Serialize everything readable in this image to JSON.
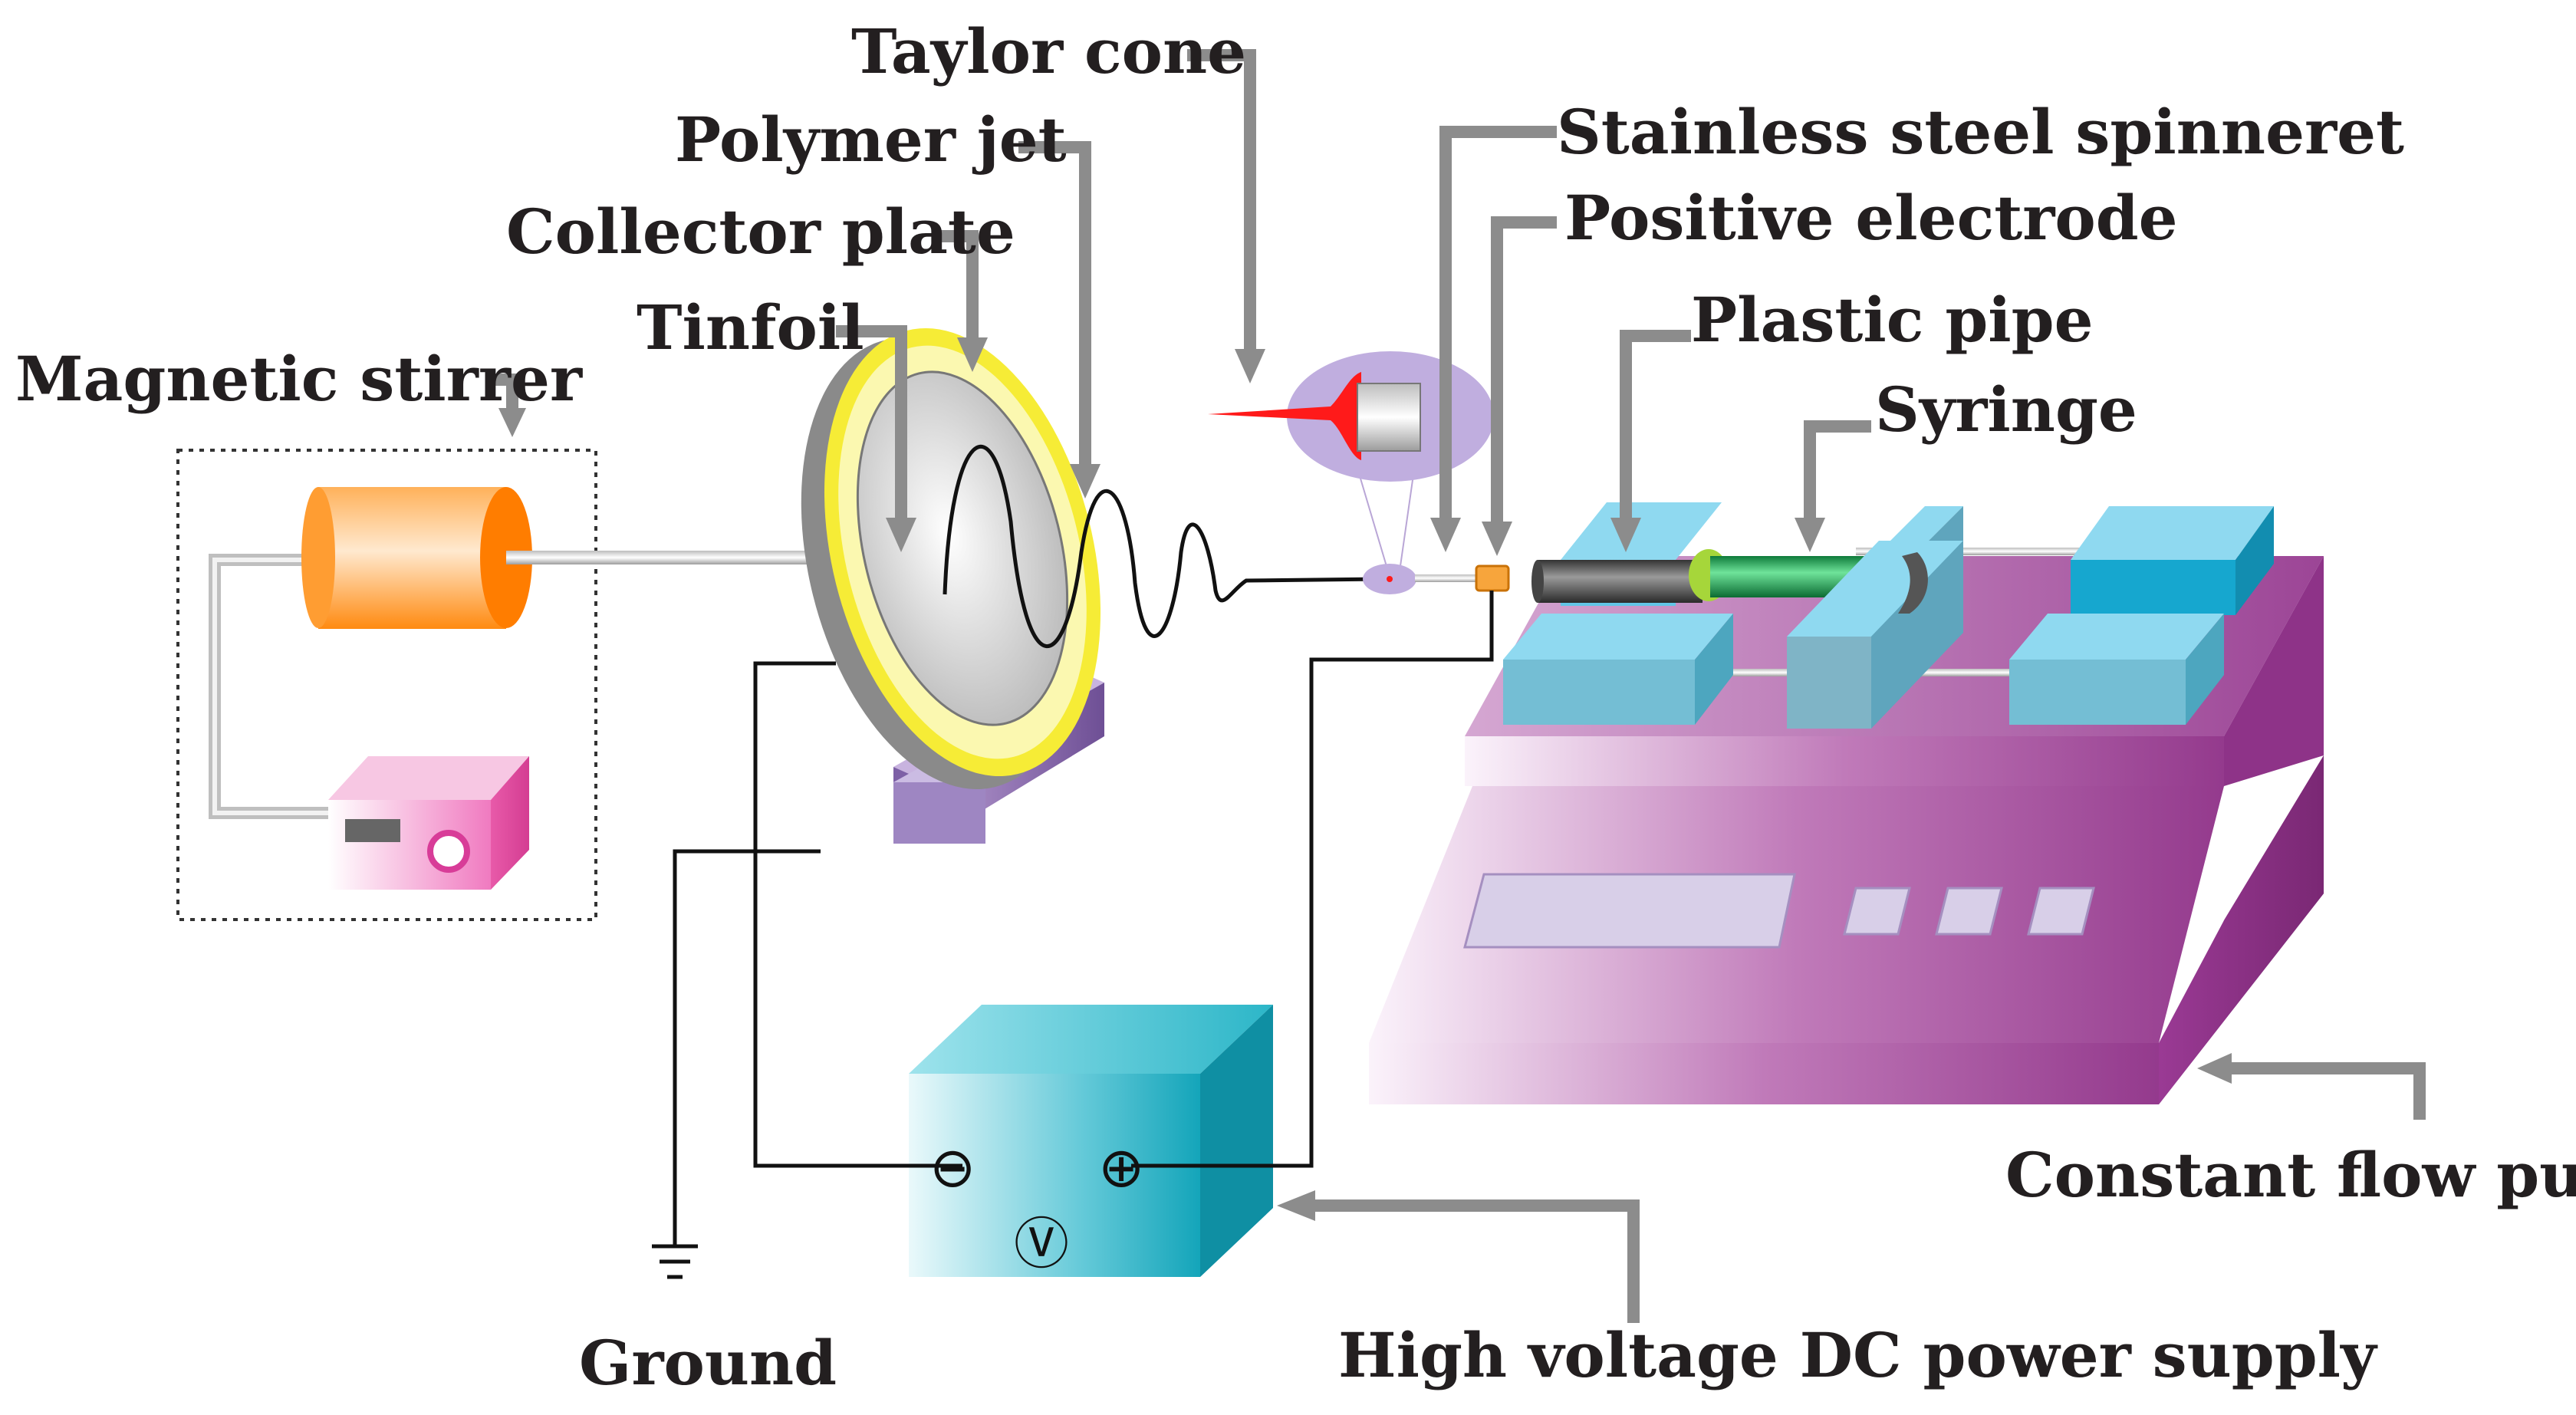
{
  "labels": {
    "taylor_cone": "Taylor cone",
    "polymer_jet": "Polymer jet",
    "collector_plate": "Collector plate",
    "tinfoil": "Tinfoil",
    "magnetic_stirrer": "Magnetic stirrer",
    "stainless_steel_spinneret": "Stainless steel spinneret",
    "positive_electrode": "Positive electrode",
    "plastic_pipe": "Plastic pipe",
    "syringe": "Syringe",
    "constant_flow_pump": "Constant flow pump",
    "ground": "Ground",
    "high_voltage_dc_power_supply": "High voltage DC power supply"
  },
  "symbols": {
    "negative": "⊖",
    "positive": "⊕",
    "voltmeter": "Ⓥ"
  },
  "colors": {
    "stirrer_orange": "#ff8c1a",
    "collector_yellow": "#f7ee3c",
    "pump_purple": "#9b3d93",
    "syringe_green": "#1aa64f",
    "supply_cyan": "#29b6c8",
    "block_blue": "#7fd4ee",
    "arrow_gray": "#8c8c8c"
  }
}
